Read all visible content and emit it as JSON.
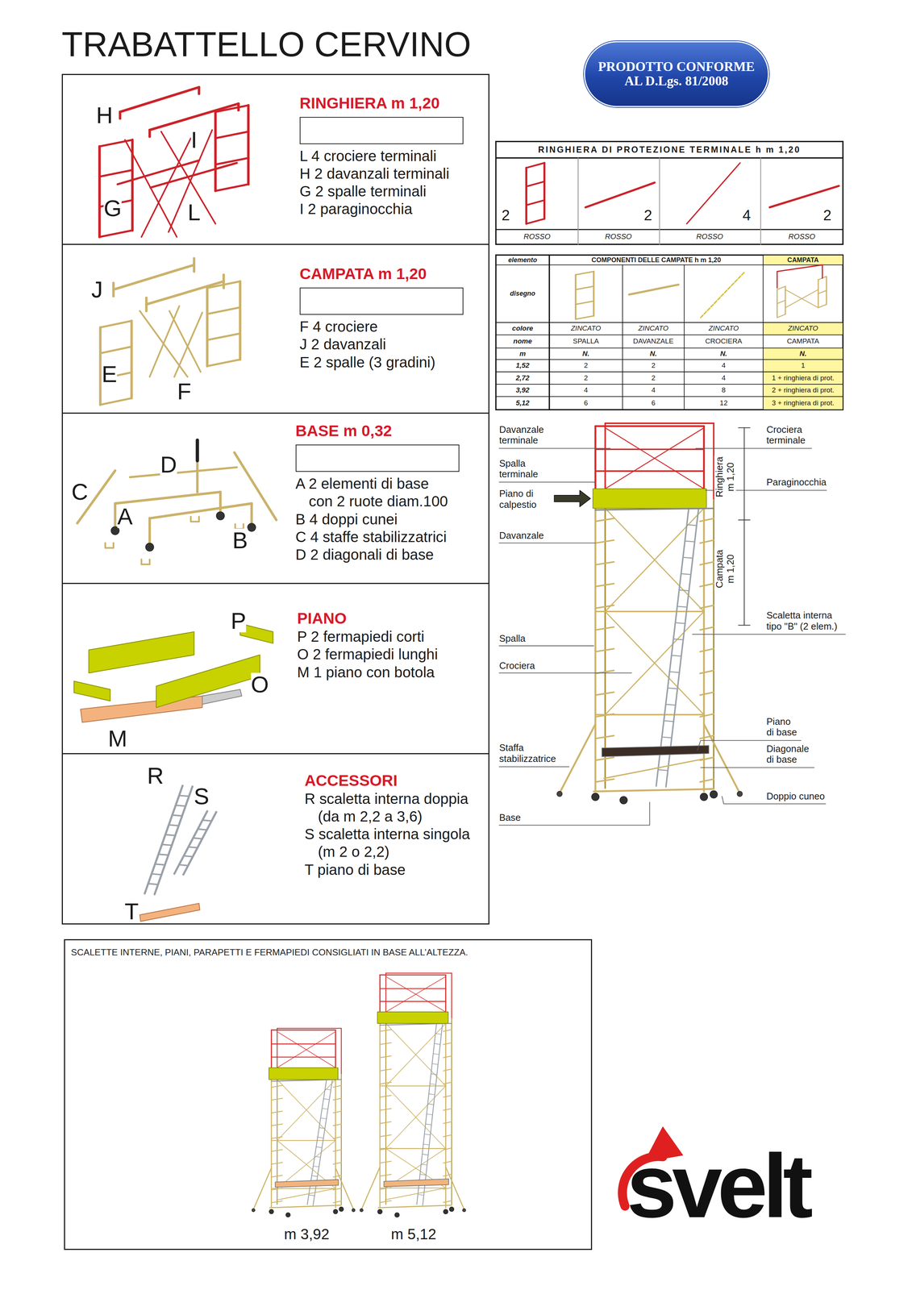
{
  "diagram": {
    "title": "TRABATTELLO CERVINO",
    "nodes": [
      {
        "text": [
          "PRODOTTO CONFORME AL D.Lgs. 81/2008"
        ]
      },
      {
        "text": [
          "RINGHIERA m 1,20",
          "L 4 crociere terminali",
          "H 2 davanzali terminali",
          "G 2 spalle terminali",
          "I 2 paraginocchia"
        ]
      },
      {
        "text": [
          "CAMPATA m 1,20",
          "F 4 crociere",
          "J 2 davanzali",
          "E 2 spalle (3 gradini)"
        ]
      },
      {
        "text": [
          "BASE m 0,32",
          "A 2 elementi di base con 2 ruote diam.100",
          "B 4 doppi cunei",
          "C 4 staffe stabilizzatrici",
          "D 2 diagonali di base"
        ]
      },
      {
        "text": [
          "PIANO",
          "P 2 fermapiedi corti",
          "O 2 fermapiedi lunghi",
          "M 1 piano con botola"
        ]
      },
      {
        "text": [
          "ACCESSORI",
          "R scaletta interna doppia (da m 2,2 a 3,6)",
          "S scaletta interna singola (m 2 o 2,2)",
          "T piano di base"
        ]
      },
      {
        "text": [
          "SCALETTE INTERNE, PIANI, PARAPETTI E FERMAPIEDI CONSIGLIATI IN BASE ALL’ALTEZZA."
        ]
      }
    ],
    "labels": [
      "H",
      "I",
      "G",
      "L",
      "J",
      "E",
      "F",
      "D",
      "C",
      "A",
      "B",
      "P",
      "O",
      "M",
      "R",
      "S",
      "T",
      "RINGHIERA DI PROTEZIONE TERMINALE h m 1,20",
      "2",
      "2",
      "4",
      "2",
      "ROSSO",
      "ROSSO",
      "ROSSO",
      "ROSSO",
      "elemento",
      "COMPONENTI DELLE CAMPATE h m 1,20",
      "CAMPATA",
      "disegno",
      "colore",
      "ZINCATO",
      "ZINCATO",
      "ZINCATO",
      "ZINCATO",
      "nome",
      "SPALLA",
      "DAVANZALE",
      "CROCIERA",
      "CAMPATA",
      "m",
      "N.",
      "N.",
      "N.",
      "N.",
      "1,52",
      "2",
      "2",
      "4",
      "1",
      "2,72",
      "2",
      "2",
      "4",
      "1 + ringhiera di prot.",
      "3,92",
      "4",
      "4",
      "8",
      "2 + ringhiera di prot.",
      "5,12",
      "6",
      "6",
      "12",
      "3 + ringhiera di prot.",
      "Davanzale terminale",
      "Spalla terminale",
      "Piano di calpestio",
      "Davanzale",
      "Spalla",
      "Crociera",
      "Staffa stabilizzatrice",
      "Base",
      "Crociera terminale",
      "Paraginocchia",
      "Scaletta interna tipo \"B\" (2 elem.)",
      "Piano di base",
      "Diagonale di base",
      "Doppio cuneo",
      "Ringhiera m 1,20",
      "Campata m 1,20",
      "m 3,92",
      "m 5,12",
      "svelt"
    ]
  }
}
